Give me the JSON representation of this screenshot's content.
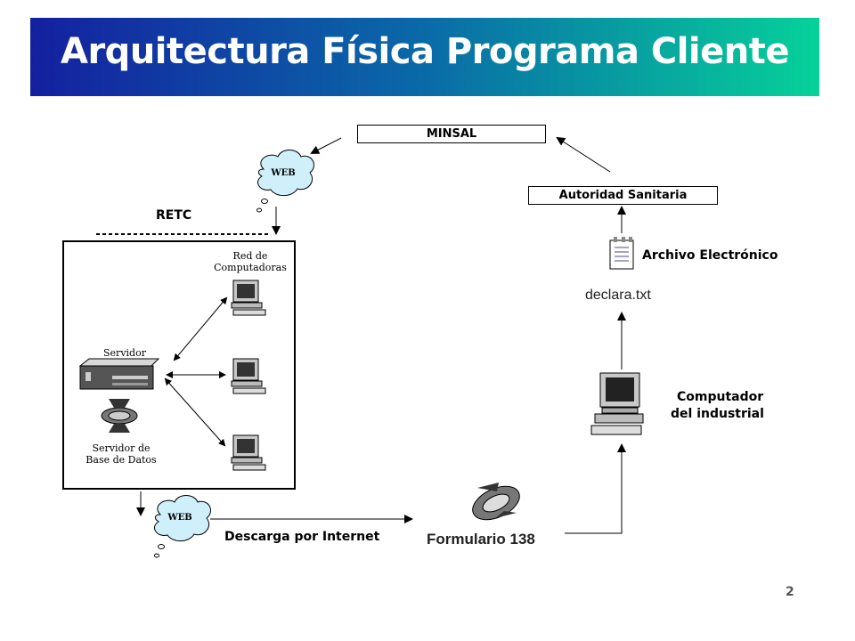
{
  "title": "Arquitectura Física Programa Cliente",
  "nodes": {
    "minsal": "MINSAL",
    "autoridad": "Autoridad Sanitaria",
    "retc": "RETC",
    "archivo": "Archivo Electrónico",
    "archivo_file": "declara.txt",
    "computador_line1": "Computador",
    "computador_line2": "del industrial",
    "formulario": "Formulario 138",
    "descarga": "Descarga por Internet",
    "web_top": "WEB",
    "web_bottom": "WEB",
    "red_line1": "Red de",
    "red_line2": "Computadoras",
    "servidor": "Servidor",
    "servidor_db_line1": "Servidor de",
    "servidor_db_line2": "Base de Datos"
  },
  "page_number": "2",
  "colors": {
    "title_start": "#1420a0",
    "title_end": "#06d199"
  }
}
